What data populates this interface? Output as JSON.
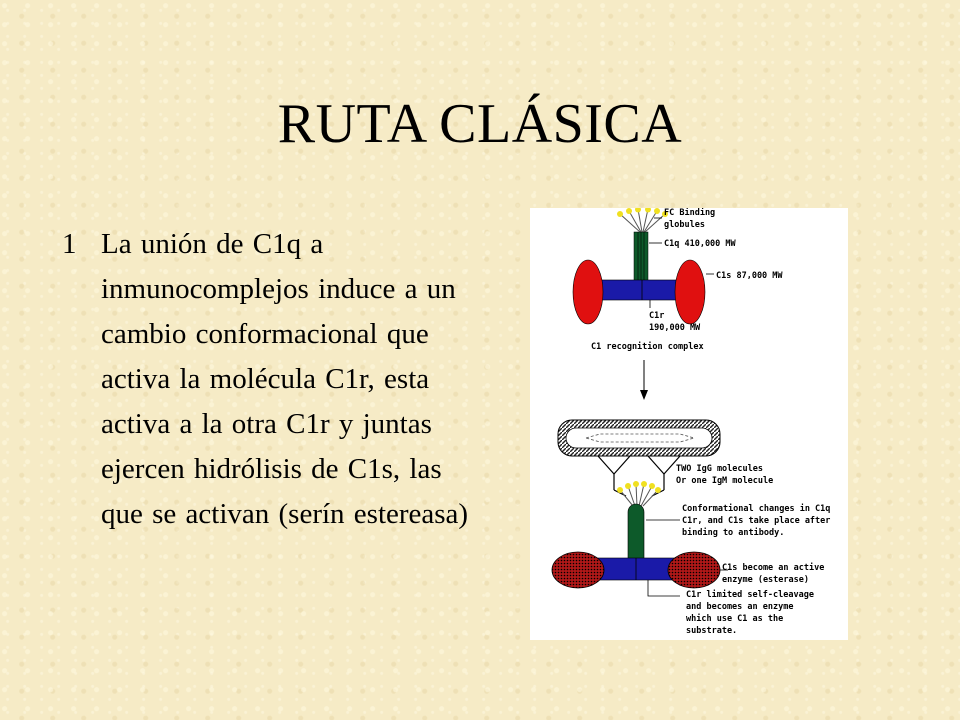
{
  "slide": {
    "title": "RUTA CLÁSICA",
    "bullet_number": "1",
    "bullet_text": "La unión de C1q a inmunocomplejos induce a un cambio conformacional que activa la molécula C1r, esta activa a la otra C1r y juntas ejercen hidrólisis de C1s, las que se activan (serín estereasa)"
  },
  "figure": {
    "labels": {
      "fc_binding_1": "FC Binding",
      "fc_binding_2": "globules",
      "c1q": "C1q 410,000 MW",
      "c1s": "C1s 87,000 MW",
      "c1r_1": "C1r",
      "c1r_2": "190,000 MW",
      "recognition": "C1 recognition complex",
      "igg_1": "TWO IgG molecules",
      "igg_2": "Or one IgM molecule",
      "conf_1": "Conformational changes in C1q",
      "conf_2": "C1r, and C1s take place after",
      "conf_3": "binding to antibody.",
      "active_1": "C1s become an active",
      "active_2": "enzyme (esterase)",
      "cleave_1": "C1r limited self-cleavage",
      "cleave_2": "and becomes an enzyme",
      "cleave_3": "which use C1 as the",
      "cleave_4": "substrate."
    },
    "colors": {
      "c1q_stalk": "#0d5a2a",
      "c1r_body": "#1a1aa8",
      "c1s_inactive": "#e01010",
      "c1s_active": "#b01818",
      "globules": "#f0e020",
      "background": "#f6ebc6"
    }
  }
}
